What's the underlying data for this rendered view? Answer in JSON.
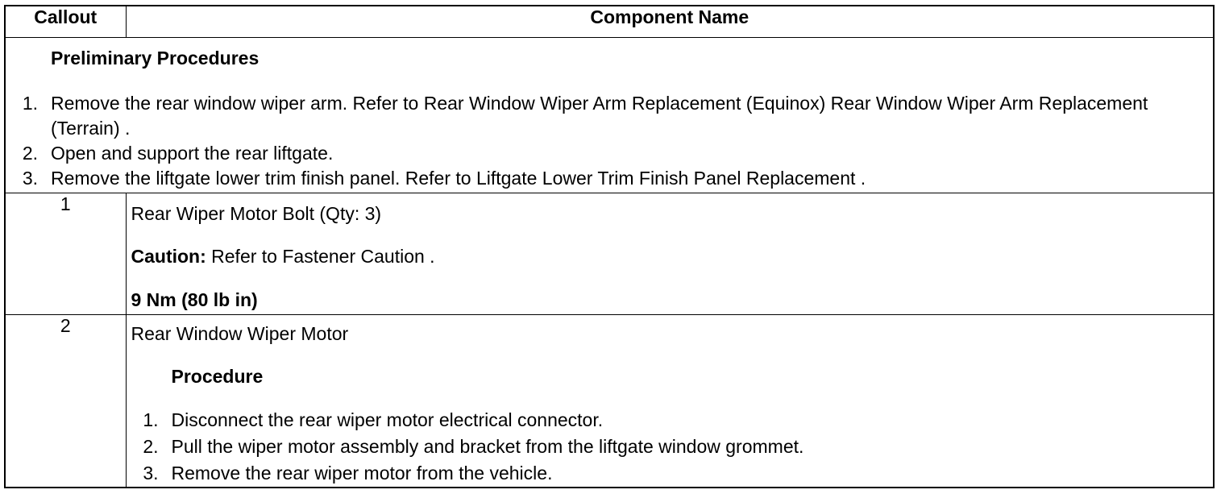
{
  "table": {
    "headers": {
      "callout": "Callout",
      "component": "Component Name"
    },
    "preliminary": {
      "title": "Preliminary Procedures",
      "steps": [
        {
          "num": "1.",
          "text": "Remove the rear window wiper arm. Refer to Rear Window Wiper Arm Replacement (Equinox) Rear Window Wiper Arm Replacement (Terrain) ."
        },
        {
          "num": "2.",
          "text": "Open and support the rear liftgate."
        },
        {
          "num": "3.",
          "text": "Remove the liftgate lower trim finish panel. Refer to Liftgate Lower Trim Finish Panel Replacement ."
        }
      ]
    },
    "rows": [
      {
        "callout": "1",
        "name": "Rear Wiper Motor Bolt (Qty: 3)",
        "caution_label": "Caution:",
        "caution_text": " Refer to Fastener Caution .",
        "torque": "9 Nm (80 lb in)"
      },
      {
        "callout": "2",
        "name": "Rear Window Wiper Motor",
        "procedure_title": "Procedure",
        "steps": [
          {
            "num": "1.",
            "text": "Disconnect the rear wiper motor electrical connector."
          },
          {
            "num": "2.",
            "text": "Pull the wiper motor assembly and bracket from the liftgate window grommet."
          },
          {
            "num": "3.",
            "text": "Remove the rear wiper motor from the vehicle."
          }
        ]
      }
    ]
  }
}
